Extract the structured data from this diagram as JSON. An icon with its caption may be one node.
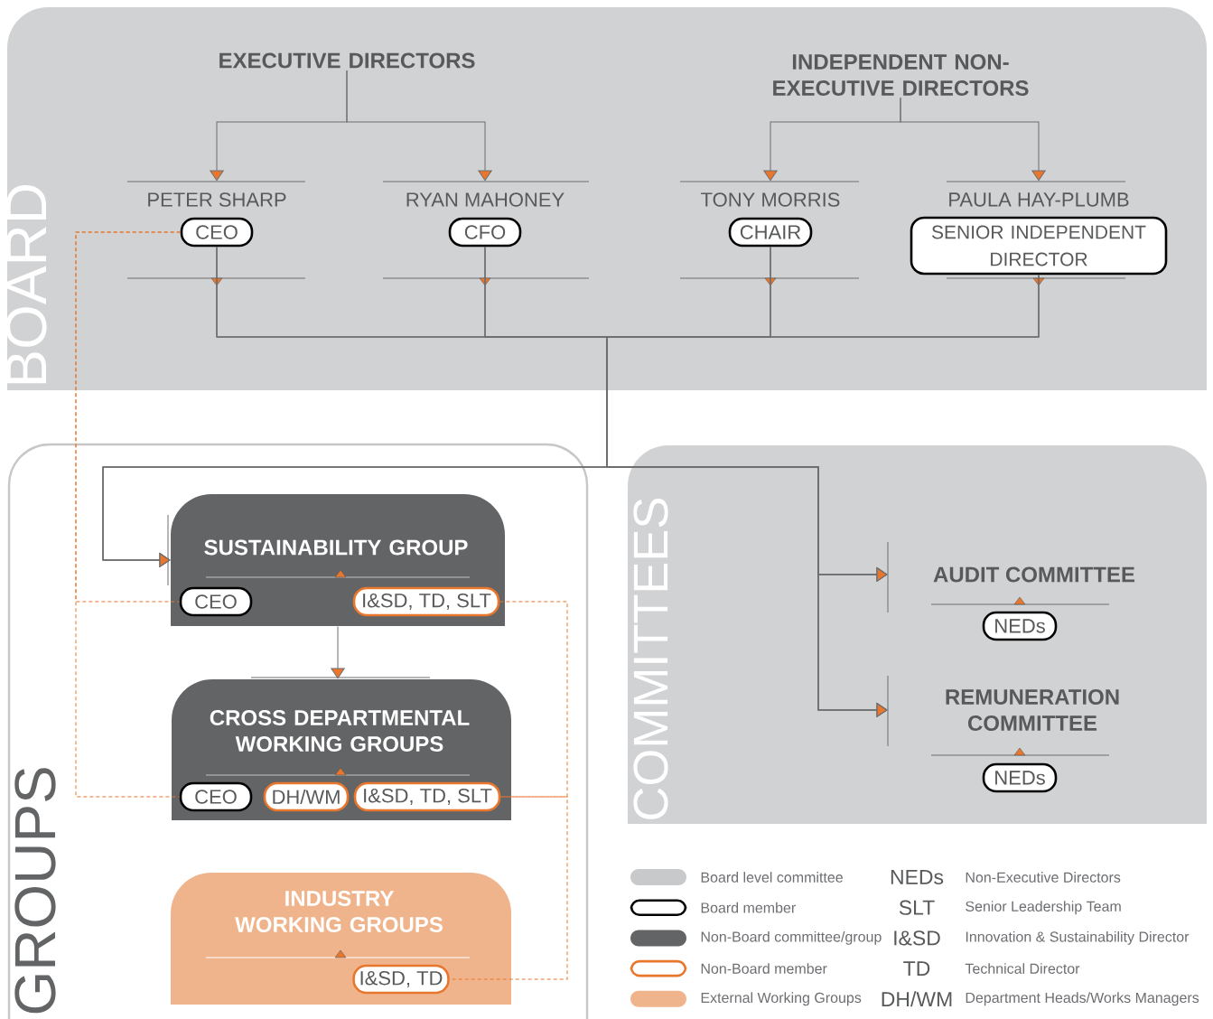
{
  "diagram": {
    "nodes": [
      {
        "text": [
          "BOARD"
        ]
      },
      {
        "text": [
          "EXECUTIVE DIRECTORS"
        ],
        "in": 0
      },
      {
        "text": [
          "INDEPENDENT NON-EXECUTIVE DIRECTORS"
        ],
        "in": 0
      },
      {
        "text": [
          "PETER SHARP"
        ],
        "in": 0
      },
      {
        "text": [
          "CEO"
        ],
        "in": 0
      },
      {
        "text": [
          "RYAN MAHONEY"
        ],
        "in": 0
      },
      {
        "text": [
          "CFO"
        ],
        "in": 0
      },
      {
        "text": [
          "TONY MORRIS"
        ],
        "in": 0
      },
      {
        "text": [
          "CHAIR"
        ],
        "in": 0
      },
      {
        "text": [
          "PAULA HAY-PLUMB"
        ],
        "in": 0
      },
      {
        "text": [
          "SENIOR INDEPENDENT DIRECTOR"
        ],
        "in": 0
      },
      {
        "text": [
          "GROUPS"
        ]
      },
      {
        "text": [
          "SUSTAINABILITY GROUP"
        ],
        "in": 11
      },
      {
        "text": [
          "CEO"
        ],
        "in": 12
      },
      {
        "text": [
          "I&SD, TD, SLT"
        ],
        "in": 12
      },
      {
        "text": [
          "CROSS DEPARTMENTAL WORKING GROUPS"
        ],
        "in": 11
      },
      {
        "text": [
          "CEO"
        ],
        "in": 15
      },
      {
        "text": [
          "DH/WM"
        ],
        "in": 15
      },
      {
        "text": [
          "I&SD, TD, SLT"
        ],
        "in": 15
      },
      {
        "text": [
          "INDUSTRY WORKING GROUPS"
        ],
        "in": 11
      },
      {
        "text": [
          "I&SD, TD"
        ],
        "in": 19
      },
      {
        "text": [
          "COMMITTEES"
        ]
      },
      {
        "text": [
          "AUDIT COMMITTEE"
        ],
        "in": 21
      },
      {
        "text": [
          "NEDs"
        ],
        "in": 21
      },
      {
        "text": [
          "REMUNERATION COMMITTEE"
        ],
        "in": 21
      },
      {
        "text": [
          "NEDs"
        ],
        "in": 21
      }
    ],
    "edges": [
      {
        "from": 1,
        "to": 3,
        "arrow": "to"
      },
      {
        "from": 1,
        "to": 5,
        "arrow": "to"
      },
      {
        "from": 2,
        "to": 7,
        "arrow": "to"
      },
      {
        "from": 2,
        "to": 9,
        "arrow": "to"
      },
      {
        "from": 4,
        "to": 12,
        "arrow": "to"
      },
      {
        "from": 4,
        "to": 22,
        "arrow": "to"
      },
      {
        "from": 4,
        "to": 24,
        "arrow": "to"
      },
      {
        "from": 6,
        "to": 12,
        "arrow": "to"
      },
      {
        "from": 6,
        "to": 22,
        "arrow": "to"
      },
      {
        "from": 6,
        "to": 24,
        "arrow": "to"
      },
      {
        "from": 8,
        "to": 12,
        "arrow": "to"
      },
      {
        "from": 8,
        "to": 22,
        "arrow": "to"
      },
      {
        "from": 8,
        "to": 24,
        "arrow": "to"
      },
      {
        "from": 10,
        "to": 12,
        "arrow": "to"
      },
      {
        "from": 10,
        "to": 22,
        "arrow": "to"
      },
      {
        "from": 10,
        "to": 24,
        "arrow": "to"
      },
      {
        "from": 12,
        "to": 15,
        "arrow": "to"
      },
      {
        "from": 4,
        "to": 13,
        "arrow": "none",
        "style": "dashed",
        "color": "#e8762c"
      },
      {
        "from": 4,
        "to": 16,
        "arrow": "none",
        "style": "dashed",
        "color": "#e8762c"
      },
      {
        "from": 14,
        "to": 18,
        "arrow": "none",
        "style": "dashed",
        "color": "#e8762c"
      },
      {
        "from": 18,
        "to": 20,
        "arrow": "none",
        "style": "dashed",
        "color": "#e8762c"
      }
    ],
    "labels": [
      "NEDs",
      "Non-Executive Directors",
      "SLT",
      "Senior Leadership Team",
      "I&SD",
      "Innovation & Sustainability Director",
      "TD",
      "Technical Director",
      "DH/WM",
      "Department Heads/Works Managers"
    ],
    "legend": [
      {
        "text": "Board level committee",
        "color": "#c8c9cb"
      },
      {
        "text": "Board member"
      },
      {
        "text": "Non-Board committee/group",
        "color": "#636466"
      },
      {
        "text": "Non-Board member"
      },
      {
        "text": "External Working Groups",
        "color": "#f0b48c"
      }
    ]
  }
}
